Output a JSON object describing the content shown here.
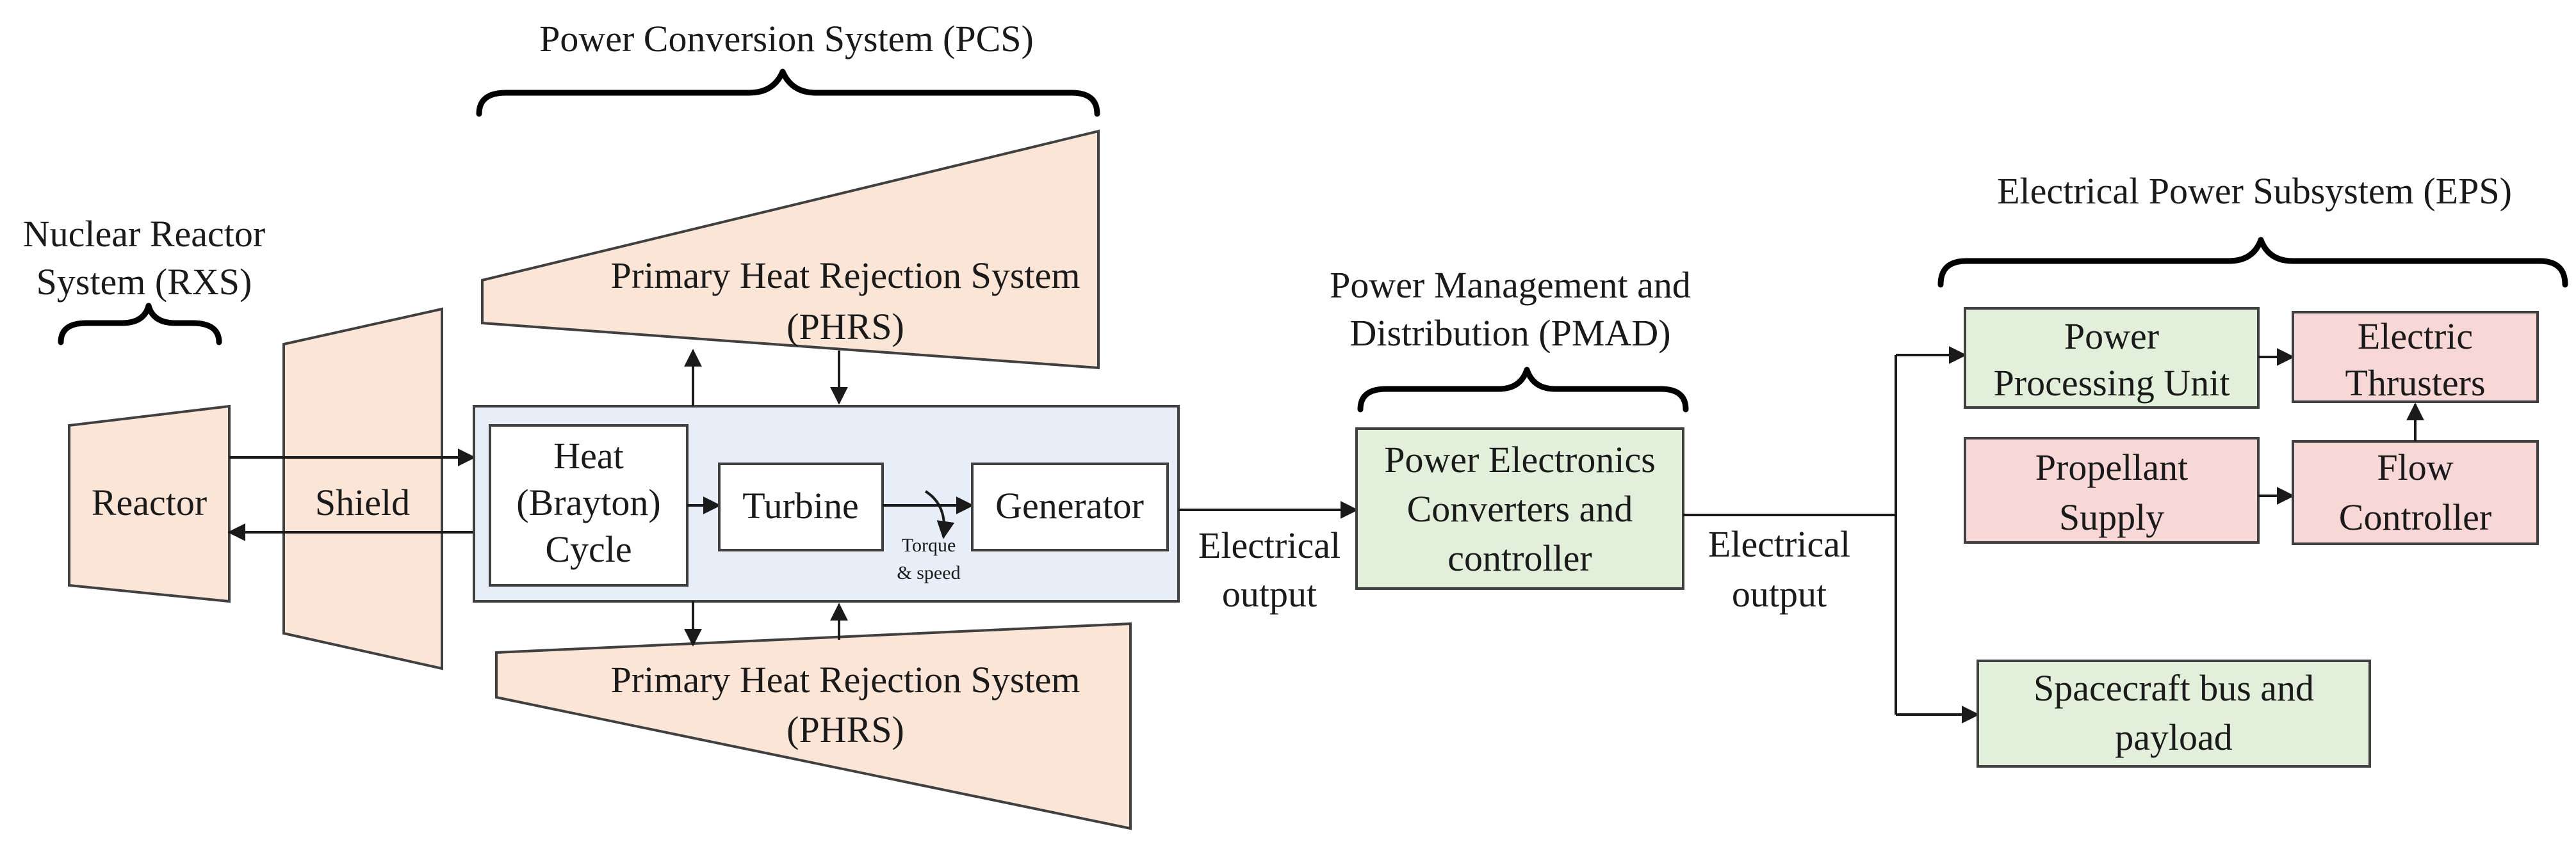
{
  "colors": {
    "peach": "#fbe5d6",
    "green": "#e2efda",
    "pink": "#f8d7d7",
    "blue": "#e7eef7",
    "stroke": "#404040"
  },
  "labels": {
    "rxs_line1": "Nuclear Reactor",
    "rxs_line2": "System (RXS)",
    "pcs": "Power Conversion System (PCS)",
    "pmad_line1": "Power Management and",
    "pmad_line2": "Distribution (PMAD)",
    "eps": "Electrical Power Subsystem (EPS)"
  },
  "blocks": {
    "reactor": "Reactor",
    "shield": "Shield",
    "phrs_top_line1": "Primary Heat Rejection System",
    "phrs_top_line2": "(PHRS)",
    "phrs_bottom_line1": "Primary Heat Rejection System",
    "phrs_bottom_line2": "(PHRS)",
    "heat_line1": "Heat",
    "heat_line2": "(Brayton)",
    "heat_line3": "Cycle",
    "turbine": "Turbine",
    "generator": "Generator",
    "torque_line1": "Torque",
    "torque_line2": "& speed",
    "elec_out1_line1": "Electrical",
    "elec_out1_line2": "output",
    "pe_line1": "Power Electronics",
    "pe_line2": "Converters and",
    "pe_line3": "controller",
    "elec_out2_line1": "Electrical",
    "elec_out2_line2": "output",
    "ppu_line1": "Power",
    "ppu_line2": "Processing Unit",
    "thrusters_line1": "Electric",
    "thrusters_line2": "Thrusters",
    "propellant_line1": "Propellant",
    "propellant_line2": "Supply",
    "flow_line1": "Flow",
    "flow_line2": "Controller",
    "bus_line1": "Spacecraft bus and",
    "bus_line2": "payload"
  }
}
